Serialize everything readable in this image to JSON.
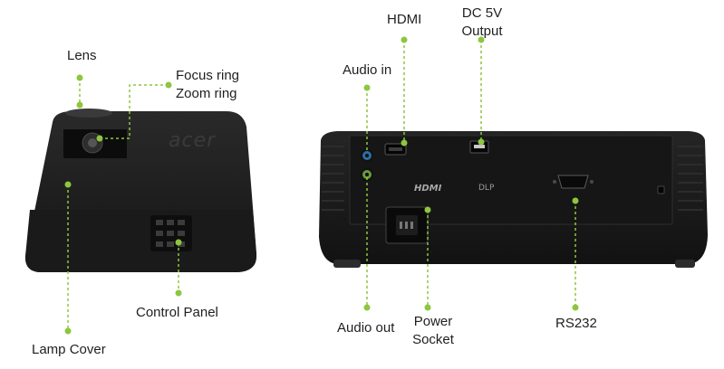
{
  "top_view": {
    "brand_logo_text": "acer",
    "labels": {
      "lens": "Lens",
      "focus_ring": "Focus ring",
      "zoom_ring": "Zoom ring",
      "control_panel": "Control Panel",
      "lamp_cover": "Lamp Cover"
    }
  },
  "rear_view": {
    "labels": {
      "hdmi": "HDMI",
      "dc_5v_line1": "DC 5V",
      "dc_5v_line2": "Output",
      "audio_in": "Audio in",
      "audio_out": "Audio out",
      "power_socket_line1": "Power",
      "power_socket_line2": "Socket",
      "rs232": "RS232"
    },
    "panel_markings": {
      "hdmi_logo": "HDMI",
      "dlp_logo": "DLP"
    }
  },
  "colors": {
    "callout_accent": "#8dc63f",
    "projector_body": "#1c1c1c"
  }
}
